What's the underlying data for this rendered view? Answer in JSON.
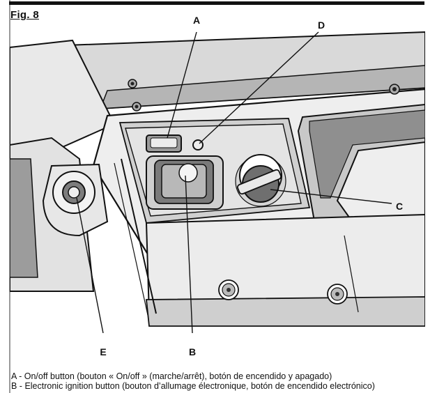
{
  "figure": {
    "label": "Fig. 8",
    "callouts": {
      "a": "A",
      "b": "B",
      "c": "C",
      "d": "D",
      "e": "E"
    }
  },
  "legend": {
    "line_a": "A - On/off button (bouton « On/off » (marche/arrêt), botón de encendido y apagado)",
    "line_b": "B - Electronic ignition button (bouton d’allumage électronique, botón de encendido electrónico)"
  },
  "colors": {
    "ink": "#111111",
    "panel_gray": "#cfcfcf",
    "dark_gray": "#7b7b7b",
    "light_gray": "#e6e6e6"
  }
}
